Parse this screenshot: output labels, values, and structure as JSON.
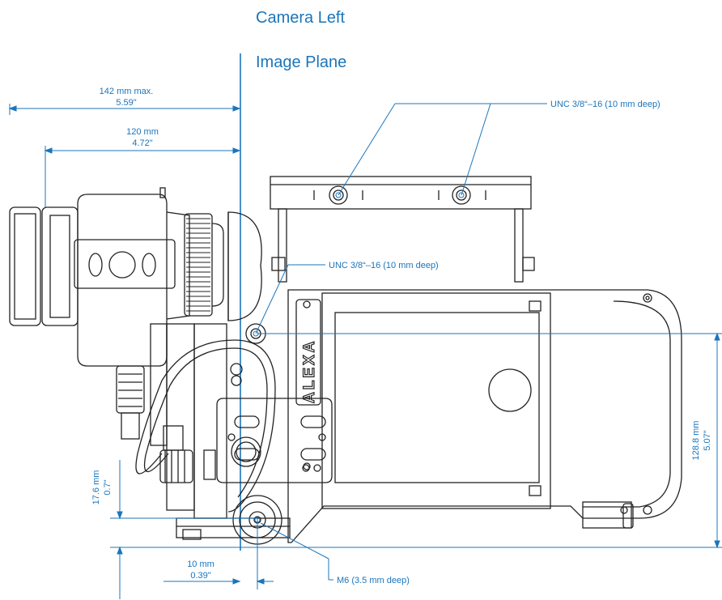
{
  "titles": {
    "camera_left": "Camera Left",
    "image_plane": "Image Plane"
  },
  "dimensions": {
    "max_length_mm": "142 mm max.",
    "max_length_in": "5.59\"",
    "length_mm": "120 mm",
    "length_in": "4.72\"",
    "height_mm": "128.8  mm",
    "height_in": "5.07\"",
    "offset_v_mm": "17.6 mm",
    "offset_v_in": "0.7\"",
    "offset_h_mm": "10 mm",
    "offset_h_in": "0.39\""
  },
  "callouts": {
    "unc_top": "UNC 3/8“–16 (10 mm deep)",
    "unc_mid": "UNC 3/8“–16 (10 mm deep)",
    "m6": "M6 (3.5 mm deep)"
  },
  "logo": "ALEXA",
  "colors": {
    "dimension_blue": "#1b75bb",
    "line_art": "#222222",
    "background": "#ffffff"
  }
}
